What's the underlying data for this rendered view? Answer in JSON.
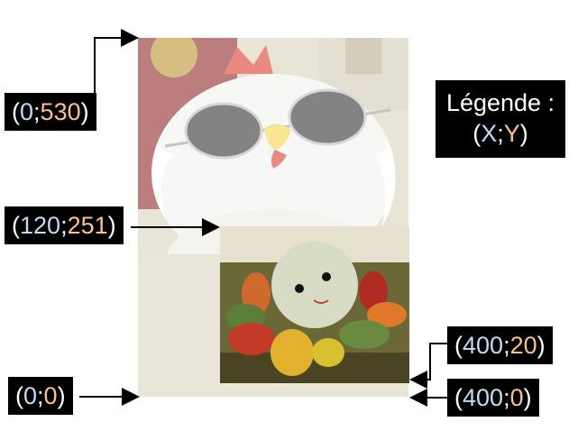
{
  "labels": {
    "top_left": {
      "open": "(",
      "x": "0",
      "sep": ";",
      "y": "530",
      "close": ")"
    },
    "crop_corner": {
      "open": "(",
      "x": "120",
      "sep": ";",
      "y": "251",
      "close": ")"
    },
    "origin": {
      "open": "(",
      "x": "0",
      "sep": ";",
      "y": "0",
      "close": ")"
    },
    "crop_bottom": {
      "open": "(",
      "x": "400",
      "sep": ";",
      "y": "20",
      "close": ")"
    },
    "bottom_right": {
      "open": "(",
      "x": "400",
      "sep": ";",
      "y": "0",
      "close": ")"
    }
  },
  "legend": {
    "title": "Légende :",
    "open": "(",
    "x": "X",
    "sep": ";",
    "y": "Y",
    "close": ")"
  },
  "colors": {
    "x_color": "#c5d9f1",
    "y_color": "#fac090",
    "label_bg": "#000000",
    "label_text": "#ffffff"
  }
}
